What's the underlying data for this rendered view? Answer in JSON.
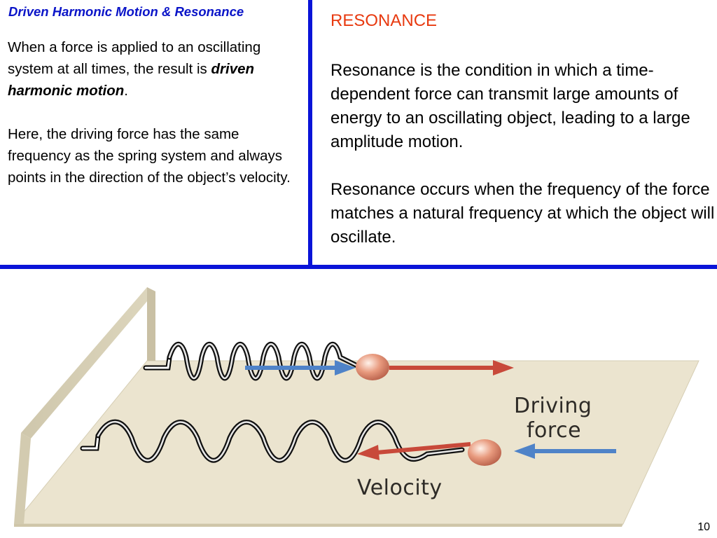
{
  "slide": {
    "title": "Driven Harmonic Motion & Resonance",
    "page_number": "10"
  },
  "left": {
    "p1_before": "When a force is applied to an oscillating system at all times, the result is ",
    "p1_emphasis": "driven harmonic motion",
    "p1_after": ".",
    "p2": "Here, the driving force has the same frequency as the spring system and always points in the direction of the object’s velocity."
  },
  "right": {
    "heading": "RESONANCE",
    "p1": "Resonance is the condition in which a time-dependent force can transmit large amounts of energy to an oscillating object, leading to a large amplitude motion.",
    "p2": "Resonance occurs when the frequency of the force matches a natural frequency at which the object will oscillate."
  },
  "figure": {
    "label_driving_line1": "Driving",
    "label_driving_line2": "force",
    "label_velocity": "Velocity",
    "colors": {
      "floor": "#ebe4cf",
      "wall": "#d8d0b6",
      "force_arrow": "#c8493a",
      "velocity_arrow": "#4f83c8",
      "mass": "#e89a7e"
    }
  }
}
